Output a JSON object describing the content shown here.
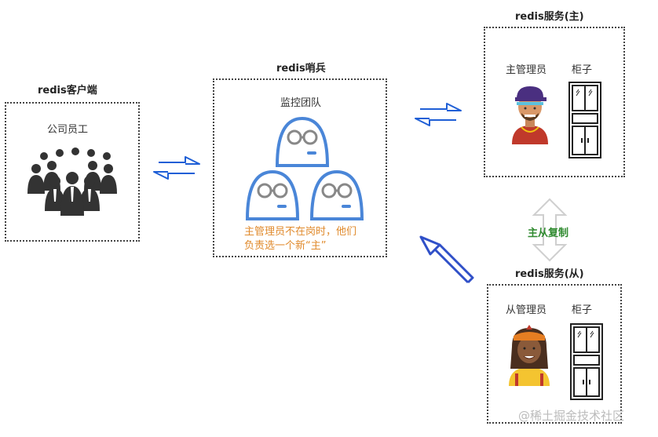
{
  "client": {
    "title": "redis客户端",
    "label": "公司员工"
  },
  "sentinel": {
    "title": "redis哨兵",
    "label": "监控团队",
    "note_line1": "主管理员不在岗时，他们",
    "note_line2": "负责选一个新“主”"
  },
  "master": {
    "title": "redis服务(主)",
    "admin_label": "主管理员",
    "cabinet_label": "柜子"
  },
  "slave": {
    "title": "redis服务(从)",
    "admin_label": "从管理员",
    "cabinet_label": "柜子"
  },
  "replication": {
    "label": "主从复制"
  },
  "watermark": "@稀土掘金技术社区",
  "colors": {
    "arrow_blue": "#1f5fd6",
    "sentinel_blue": "#4a86d8",
    "note_orange": "#e08a2c",
    "green": "#2f8a2f"
  }
}
